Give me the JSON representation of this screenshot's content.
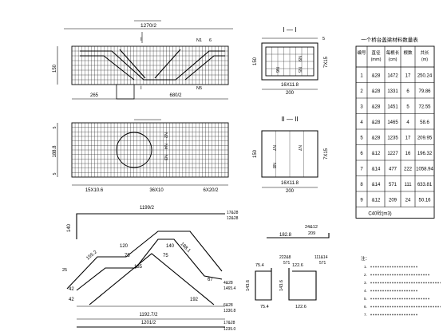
{
  "views": {
    "elevation": {
      "title": "",
      "dims": {
        "top": "1270/2",
        "height": "150",
        "bottom_left": "265",
        "bottom_right": "680/2",
        "right_side": "6"
      },
      "labels": {
        "section_mark": "I",
        "n1": "N1",
        "n5": "N5"
      }
    },
    "plan": {
      "title": "",
      "dims": {
        "height": "188.8",
        "bottom_left": "15X10.6",
        "bottom_mid": "36X10",
        "bottom_right": "6X20/2",
        "left_top": "5",
        "left_bottom": "5"
      },
      "labels": {
        "n2": "N2",
        "n4": "N4",
        "n3": "N3"
      }
    },
    "section_1": {
      "title": "I — I",
      "dims": {
        "width": "200",
        "height": "150",
        "side": "7X15",
        "bottom": "16X11.8",
        "top": "5"
      },
      "labels": {
        "n9": "N9",
        "n5": "N5",
        "n6": "N6"
      }
    },
    "section_2": {
      "title": "II — II",
      "dims": {
        "width": "200",
        "height": "150",
        "side": "7X15",
        "bottom": "16X11.8"
      },
      "labels": {
        "n7a": "N7",
        "n8": "N8",
        "n7b": "N7"
      }
    }
  },
  "bar_shapes": {
    "top_bar": {
      "length": "1199/2",
      "side": "140",
      "tag": "17&28",
      "tag2": "12&28"
    },
    "bent_bar": {
      "dims": [
        "120",
        "140",
        "75",
        "75",
        "135",
        "42",
        "42",
        "192",
        "67",
        "155.2",
        "188.1",
        "1192.7/2",
        "25"
      ],
      "tags": [
        "4&28",
        "1465.4",
        "6&28",
        "1330.8"
      ]
    },
    "bottom_bar": {
      "length": "1201/2",
      "tags": [
        "17&28",
        "1235.0"
      ]
    },
    "small_bar": {
      "length": "182.8",
      "top_a": "24&12",
      "top_b": "209"
    },
    "stirrups": {
      "left": {
        "tag": "222&8",
        "tag2": "571",
        "w": "75.4",
        "h": "143.6"
      },
      "right": {
        "tag": "111&14",
        "tag2": "571",
        "w": "122.6",
        "h": "143.6"
      }
    }
  },
  "table": {
    "title": "一个桥台盖梁材料数量表",
    "headers": [
      "编号",
      "直径\n(mm)",
      "每根长\n(cm)",
      "根数",
      "共长\n(m)"
    ],
    "rows": [
      [
        "1",
        "&28",
        "1472",
        "17",
        "250.24"
      ],
      [
        "2",
        "&28",
        "1331",
        "6",
        "79.86"
      ],
      [
        "3",
        "&28",
        "1451",
        "5",
        "72.55"
      ],
      [
        "4",
        "&28",
        "1465",
        "4",
        "58.6"
      ],
      [
        "5",
        "&28",
        "1235",
        "17",
        "209.95"
      ],
      [
        "6",
        "&12",
        "1227",
        "16",
        "196.32"
      ],
      [
        "7",
        "&14",
        "477",
        "222",
        "1058.94"
      ],
      [
        "8",
        "&14",
        "571",
        "111",
        "633.81"
      ],
      [
        "9",
        "&12",
        "209",
        "24",
        "50.16"
      ]
    ],
    "footer": "C40砼(m3)"
  },
  "notes": {
    "title": "注：",
    "lines": [
      "1.",
      "2.",
      "3.",
      "4.",
      "5.",
      "6.",
      "7."
    ]
  }
}
